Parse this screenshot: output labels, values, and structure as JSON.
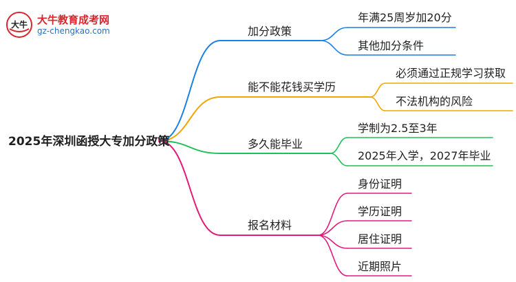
{
  "logo": {
    "title": "大牛教育成考网",
    "url": "gz-chengkao.com",
    "badge_text": "大牛"
  },
  "mindmap": {
    "root": "2025年深圳函授大专加分政策",
    "branches": [
      {
        "label": "加分政策",
        "color": "#1a7fe6",
        "children": [
          "年满25周岁加20分",
          "其他加分条件"
        ]
      },
      {
        "label": "能不能花钱买学历",
        "color": "#f0a500",
        "children": [
          "必须通过正规学习获取",
          "不法机构的风险"
        ]
      },
      {
        "label": "多久能毕业",
        "color": "#1fbf5a",
        "children": [
          "学制为2.5至3年",
          "2025年入学，2027年毕业"
        ]
      },
      {
        "label": "报名材料",
        "color": "#e5197a",
        "children": [
          "身份证明",
          "学历证明",
          "居住证明",
          "近期照片"
        ]
      }
    ]
  }
}
